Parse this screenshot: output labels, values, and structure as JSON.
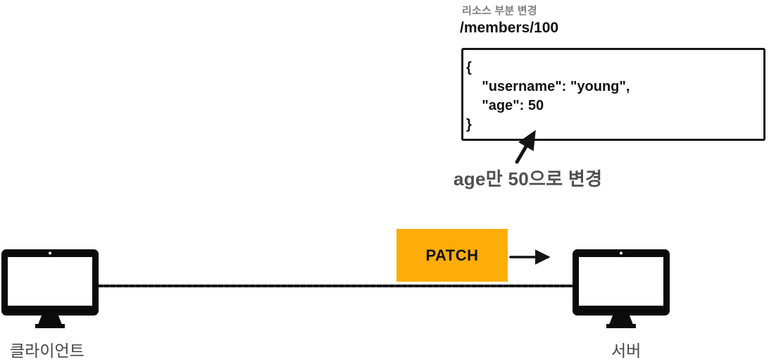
{
  "colors": {
    "patch_box_orange": "#FCAD0A",
    "diagram_black": "#111111",
    "resource_title_gray": "#7E7E7E",
    "annotation_gray": "#4F4F4F",
    "device_label_gray": "#454545"
  },
  "resource_panel": {
    "title": "리소스 부분 변경",
    "path": "/members/100",
    "json_box": {
      "lines": [
        "{",
        "    \"username\": \"young\",",
        "    \"age\": 50",
        "}"
      ]
    },
    "annotation": "age만 50으로 변경"
  },
  "flow": {
    "method": "PATCH",
    "client_label": "클라이언트",
    "server_label": "서버"
  },
  "icons": {
    "client": "monitor-icon",
    "server": "monitor-icon",
    "request_arrow": "arrow-right-icon",
    "annotation_arrow": "arrow-up-right-icon"
  }
}
